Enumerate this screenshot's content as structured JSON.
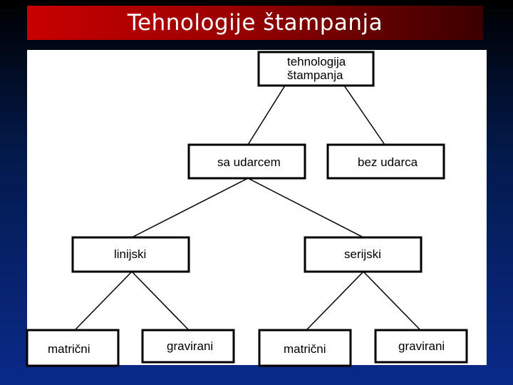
{
  "slide": {
    "title": "Tehnologije štampanja",
    "colors": {
      "title_bar_red": "#c80000",
      "background_navy": "#0a2a8a",
      "node_border": "#000000"
    }
  },
  "diagram": {
    "nodes": {
      "root": {
        "line1": "tehnologija",
        "line2": "štampanja"
      },
      "impact": "sa udarcem",
      "non_impact": "bez udarca",
      "line": "linijski",
      "serial": "serijski",
      "line_dot_matrix": "matrični",
      "line_engraved": "gravirani",
      "serial_dot_matrix": "matrični",
      "serial_engraved": "gravirani"
    },
    "edges": [
      [
        "root",
        "impact"
      ],
      [
        "root",
        "non_impact"
      ],
      [
        "impact",
        "line"
      ],
      [
        "impact",
        "serial"
      ],
      [
        "line",
        "line_dot_matrix"
      ],
      [
        "line",
        "line_engraved"
      ],
      [
        "serial",
        "serial_dot_matrix"
      ],
      [
        "serial",
        "serial_engraved"
      ]
    ]
  }
}
